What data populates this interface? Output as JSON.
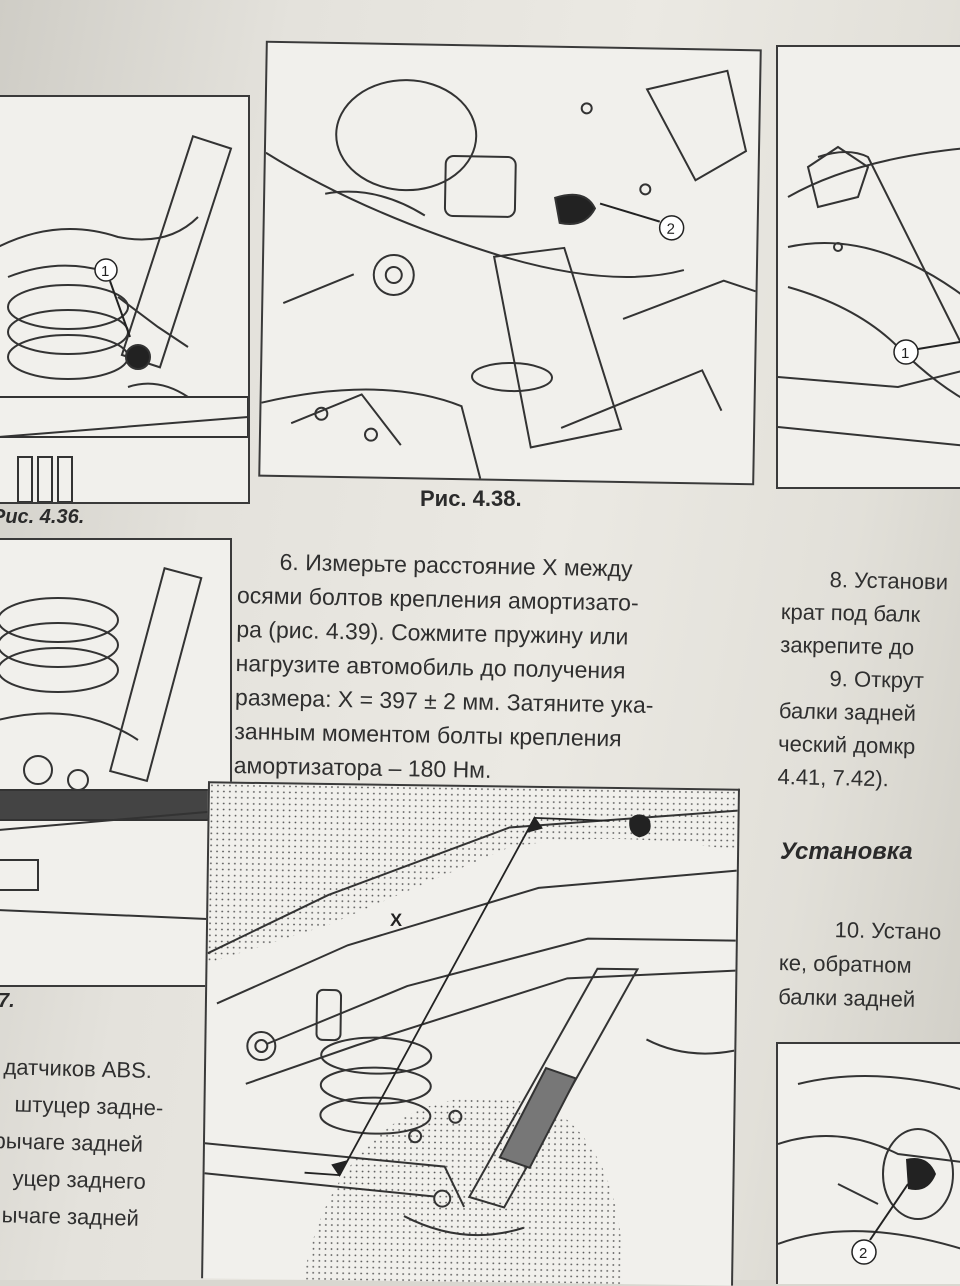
{
  "figures": {
    "fig436_caption": "Рис. 4.36.",
    "fig438_caption": "Рис. 4.38.",
    "fig437_caption": "7.",
    "callouts": {
      "one": "1",
      "two": "2",
      "x": "X"
    }
  },
  "main_text": {
    "lines": [
      "6. Измерьте расстояние X между",
      "осями болтов крепления амортизато-",
      "ра (рис. 4.39). Сожмите пружину или",
      "нагрузите автомобиль до получения",
      "размера: X = 397 ± 2 мм. Затяните ука-",
      "занным моментом болты крепления",
      "амортизатора – 180 Нм."
    ]
  },
  "left_text": {
    "lines": [
      "датчиков ABS.",
      "штуцер задне-",
      "рычаге задней",
      "уцер заднего",
      "ычаге задней"
    ]
  },
  "right_text": {
    "lines_a": [
      "8. Установи",
      "крат под балк",
      "закрепите до",
      "9. Открут",
      "балки задней",
      "ческий домкр",
      "4.41, 7.42)."
    ],
    "heading": "Установка",
    "lines_b": [
      "10. Устано",
      "ке, обратном",
      "балки задней"
    ]
  }
}
